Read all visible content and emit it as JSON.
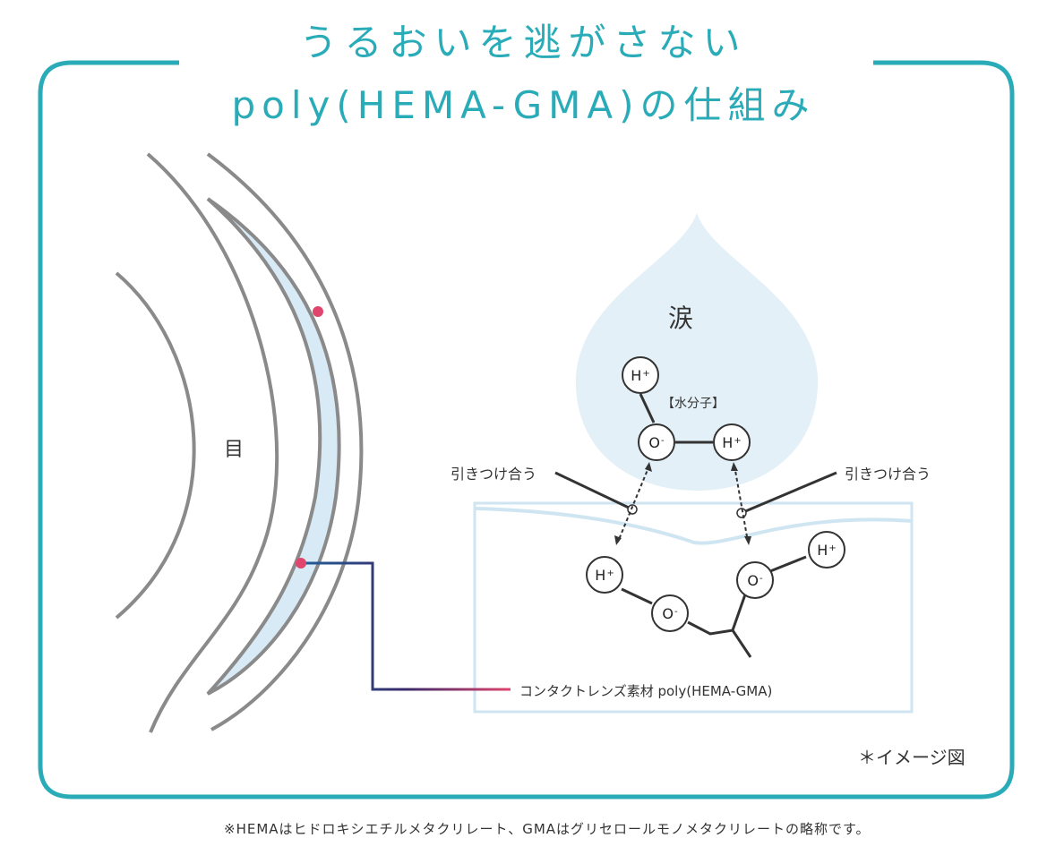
{
  "title": {
    "line1": "うるおいを逃がさない",
    "line2": "poly(HEMA-GMA)の仕組み"
  },
  "labels": {
    "eye": "目",
    "tear": "涙",
    "water_molecule": "【水分子】",
    "attract_left": "引きつけ合う",
    "attract_right": "引きつけ合う",
    "lens_material": "コンタクトレンズ素材 poly(HEMA-GMA)",
    "image_note": "＊イメージ図"
  },
  "atoms": {
    "water_h_top": {
      "symbol": "H",
      "charge": "+"
    },
    "water_o": {
      "symbol": "O",
      "charge": "-"
    },
    "water_h_right": {
      "symbol": "H",
      "charge": "+"
    },
    "lens_h_left": {
      "symbol": "H",
      "charge": "+"
    },
    "lens_o_left": {
      "symbol": "O",
      "charge": "-"
    },
    "lens_o_right": {
      "symbol": "O",
      "charge": "-"
    },
    "lens_h_right": {
      "symbol": "H",
      "charge": "+"
    }
  },
  "footnote": "※HEMAはヒドロキシエチルメタクリレート、GMAはグリセロールモノメタクリレートの略称です。",
  "colors": {
    "frame": "#2aacb8",
    "title": "#2aacb8",
    "tear_drop": "#e3f0f7",
    "lens_fill": "#d8eaf6",
    "pointer_dot": "#e0456e",
    "line_gray": "#8a8a8a"
  }
}
